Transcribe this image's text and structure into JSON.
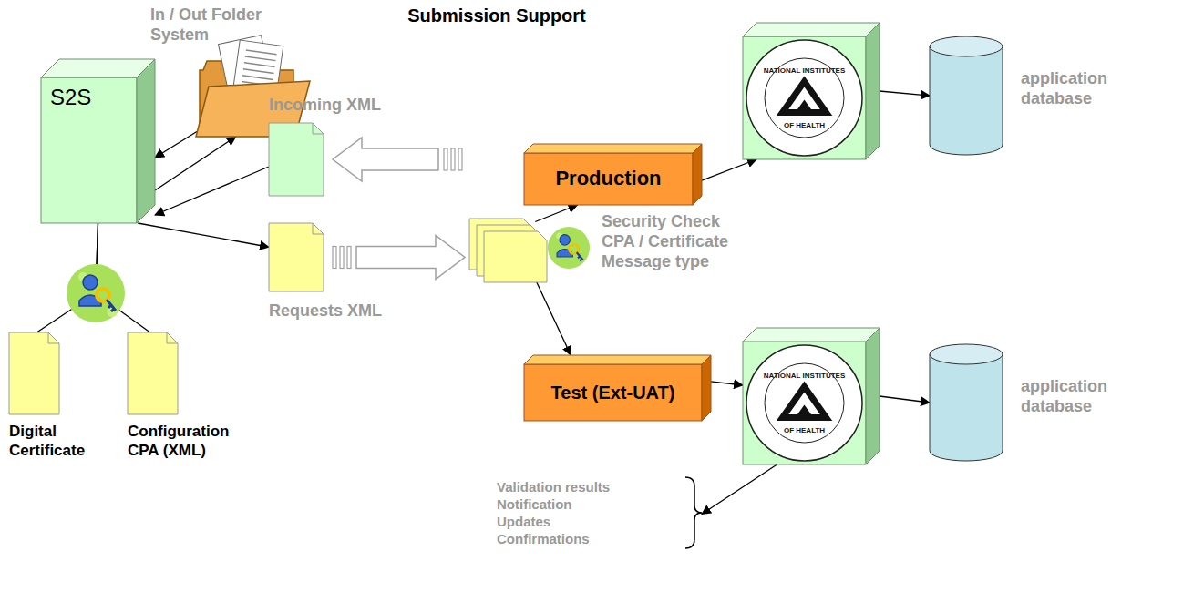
{
  "diagram": {
    "title": "Submission Support",
    "nodes": [
      {
        "text": [
          "In / Out Folder System"
        ]
      },
      {
        "text": [
          "S2S"
        ]
      },
      {
        "text": [
          "Incoming XML"
        ]
      },
      {
        "text": [
          "Production"
        ]
      },
      {
        "text": [
          "NATIONAL INSTITUTES",
          "OF HEALTH"
        ]
      },
      {
        "text": [
          "application database"
        ]
      },
      {
        "text": [
          "Security Check CPA / Certificate Message type"
        ]
      },
      {
        "text": [
          "Requests XML"
        ]
      },
      {
        "text": [
          "Test (Ext-UAT)"
        ]
      },
      {
        "text": [
          "NATIONAL INSTITUTES",
          "OF HEALTH"
        ]
      },
      {
        "text": [
          "application database"
        ]
      },
      {
        "text": [
          "Validation results",
          "Notification",
          "Updates",
          "Confirmations"
        ]
      },
      {
        "text": [
          "Digital Certificate"
        ]
      },
      {
        "text": [
          "Configuration CPA (XML)"
        ]
      }
    ],
    "edges": [
      {
        "from": 0,
        "to": 1,
        "arrow": "to"
      },
      {
        "from": 1,
        "to": 0,
        "arrow": "to"
      },
      {
        "from": 2,
        "to": 1,
        "arrow": "to"
      },
      {
        "from": 1,
        "to": 7,
        "arrow": "to"
      },
      {
        "from": 6,
        "to": 2,
        "arrow": "to"
      },
      {
        "from": 7,
        "to": 6,
        "arrow": "to"
      },
      {
        "from": 6,
        "to": 3,
        "arrow": "to"
      },
      {
        "from": 6,
        "to": 8,
        "arrow": "to"
      },
      {
        "from": 3,
        "to": 4,
        "arrow": "to"
      },
      {
        "from": 8,
        "to": 9,
        "arrow": "to"
      },
      {
        "from": 4,
        "to": 5,
        "arrow": "to"
      },
      {
        "from": 9,
        "to": 10,
        "arrow": "to"
      },
      {
        "from": 9,
        "to": 11,
        "arrow": "to"
      },
      {
        "from": 1,
        "to": 12,
        "arrow": "none"
      },
      {
        "from": 1,
        "to": 13,
        "arrow": "none"
      }
    ]
  }
}
